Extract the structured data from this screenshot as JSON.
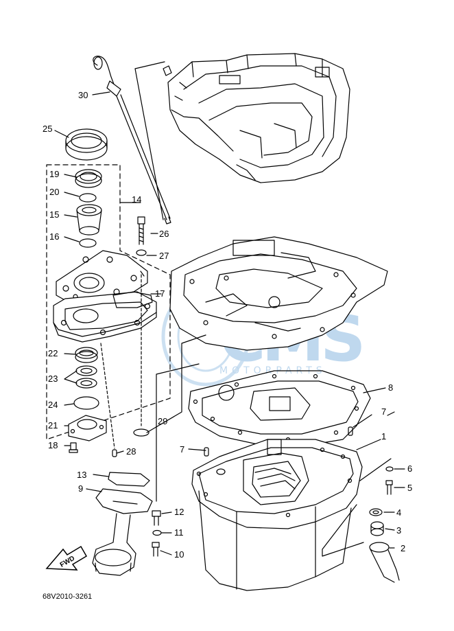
{
  "watermark": {
    "brand": "CMS",
    "sub": "MOTORPARTS",
    "color": "#bfd8ee"
  },
  "diagram_code": "68V2010-3261",
  "fwd_label": "FWD",
  "callouts": {
    "p1": "1",
    "p2": "2",
    "p3": "3",
    "p4": "4",
    "p5": "5",
    "p6": "6",
    "p7a": "7",
    "p7b": "7",
    "p8": "8",
    "p9": "9",
    "p10": "10",
    "p11": "11",
    "p12": "12",
    "p13": "13",
    "p14": "14",
    "p15": "15",
    "p16": "16",
    "p17": "17",
    "p18": "18",
    "p19": "19",
    "p20": "20",
    "p21": "21",
    "p22": "22",
    "p23": "23",
    "p24": "24",
    "p25": "25",
    "p26": "26",
    "p27": "27",
    "p28": "28",
    "p29": "29",
    "p30": "30"
  },
  "colors": {
    "line": "#000000",
    "watermark": "#bfd8ee",
    "background": "#ffffff"
  }
}
